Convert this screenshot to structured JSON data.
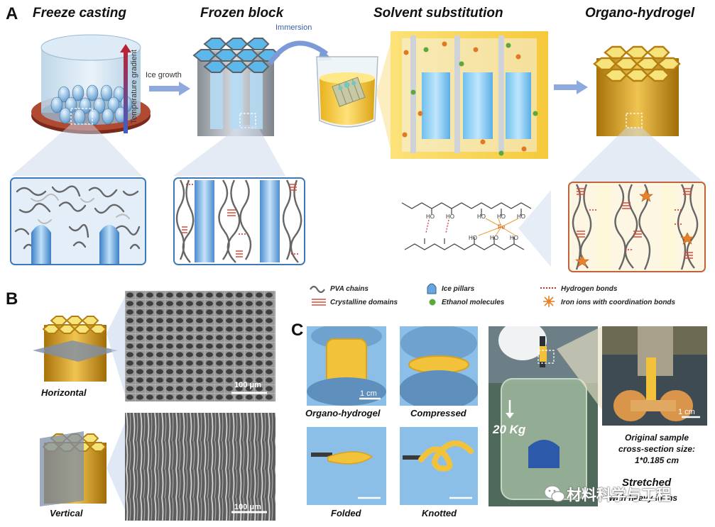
{
  "panel_a": {
    "letter": "A",
    "stages": [
      "Freeze casting",
      "Frozen block",
      "Solvent substitution",
      "Organo-hydrogel"
    ],
    "labels": {
      "temperature_gradient": "Temperature gradient",
      "ice_growth": "Ice growth",
      "immersion": "Immersion"
    },
    "chem": {
      "oh": "HO",
      "fe": "Fe"
    }
  },
  "legend": {
    "items": [
      "PVA chains",
      "Ice pillars",
      "Hydrogen bonds",
      "Crystalline domains",
      "Ethanol molecules",
      "Iron ions with coordination bonds"
    ]
  },
  "panel_b": {
    "letter": "B",
    "labels": [
      "Horizontal",
      "Vertical"
    ],
    "scale": "100 μm"
  },
  "panel_c": {
    "letter": "C",
    "photo_labels": [
      "Organo-hydrogel",
      "Compressed",
      "Folded",
      "Knotted"
    ],
    "scale_1cm": "1 cm",
    "weight": "20 Kg",
    "cross_section": [
      "Original sample",
      "cross-section size:",
      "1*0.185 cm"
    ],
    "stretched": "Stretched",
    "stretched_sub": "with heavy items"
  },
  "watermark": "材料科学与工程",
  "colors": {
    "gold": "#d9a21c",
    "ice_blue": "#7fc3ee",
    "arrow_blue": "#6b8fd6",
    "dark_red": "#9b2f22",
    "border_blue": "#3f78b8",
    "border_orange": "#c0623a",
    "yellow_bg": "#f7d24b"
  }
}
